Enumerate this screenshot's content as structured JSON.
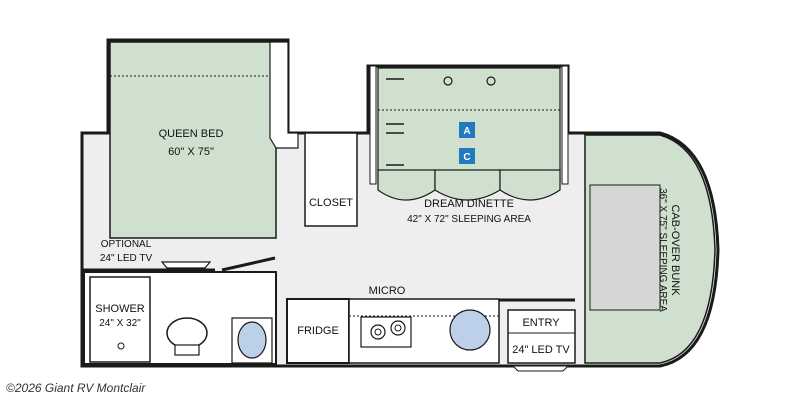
{
  "colors": {
    "wall": "#1a1a1a",
    "floor": "#eeeeee",
    "sleep_area": "#cfe0cf",
    "mattress_gray": "#d6d6d6",
    "fixture_blue": "#bcd0ea",
    "badge_blue": "#1f7ac0",
    "white": "#ffffff"
  },
  "rooms": {
    "queen_bed": {
      "name": "QUEEN BED",
      "size": "60\" X 75\""
    },
    "closet": {
      "name": "CLOSET"
    },
    "dinette": {
      "name": "DREAM DINETTE",
      "size": "42\" X 72\" SLEEPING AREA"
    },
    "cabover": {
      "name": "CAB-OVER BUNK",
      "size": "36\" X 75\" SLEEPING AREA"
    },
    "optional_tv": {
      "line1": "OPTIONAL",
      "line2": "24\" LED TV"
    },
    "shower": {
      "name": "SHOWER",
      "size": "24\" X 32\""
    },
    "fridge": {
      "name": "FRIDGE"
    },
    "micro": {
      "name": "MICRO"
    },
    "entry": {
      "name": "ENTRY"
    },
    "entry_tv": {
      "name": "24\" LED TV"
    }
  },
  "badges": [
    "A",
    "C"
  ],
  "watermark": "©2026 Giant RV Montclair",
  "icons": [
    "toilet-icon",
    "sink-icon",
    "stove-icon",
    "kitchen-sink-icon",
    "step-icon"
  ]
}
